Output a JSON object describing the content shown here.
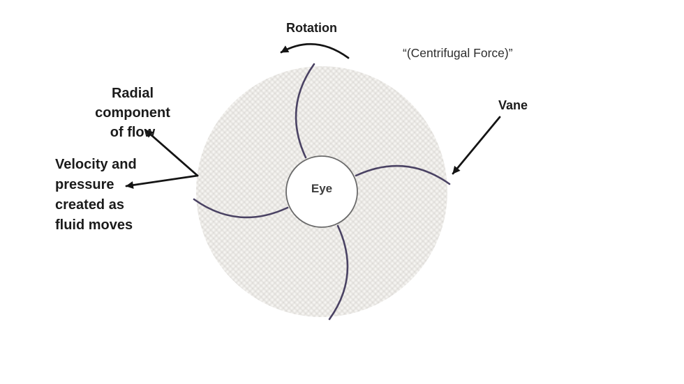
{
  "diagram": {
    "title_note": "“(Centrifugal Force)”",
    "rotation_label": "Rotation",
    "vane_label": "Vane",
    "eye_label": "Eye",
    "radial_label_lines": [
      "Radial",
      "component",
      "of flow"
    ],
    "velocity_label_lines": [
      "Velocity and",
      "pressure",
      "created as",
      "fluid moves"
    ],
    "colors": {
      "vane_stroke": "#4a4263",
      "arrow": "#141414",
      "eye_fill": "#ffffff",
      "eye_border": "#6a6a6a",
      "disc_base": "#e8e6e3"
    }
  }
}
